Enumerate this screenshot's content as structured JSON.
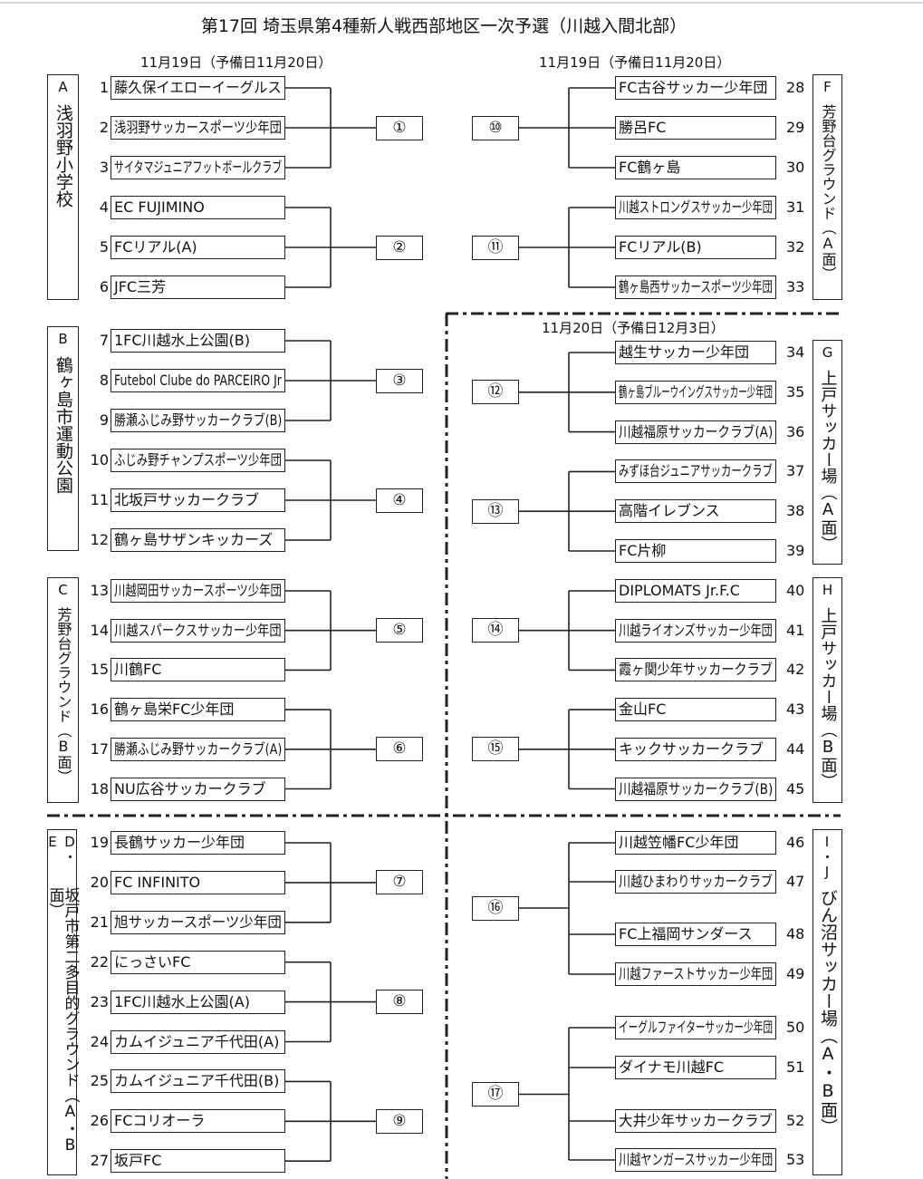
{
  "title": "第17回 埼玉県第4種新人戦西部地区一次予選（川越入間北部）",
  "dates": {
    "left_top": "11月19日（予備日11月20日）",
    "right_top": "11月19日（予備日11月20日）",
    "right_middle": "11月20日（予備日12月3日）"
  },
  "venues": [
    {
      "id": "A",
      "letter": "A",
      "name": "浅羽野小学校"
    },
    {
      "id": "B",
      "letter": "B",
      "name": "鶴ヶ島市運動公園"
    },
    {
      "id": "C",
      "letter": "C",
      "name": "芳野台グラウンド（B面）"
    },
    {
      "id": "DE",
      "letter": "D・E",
      "name": "坂戸市第二多目的グラウンド（A・B面）"
    },
    {
      "id": "F",
      "letter": "F",
      "name": "芳野台グラウンド（A面）"
    },
    {
      "id": "G",
      "letter": "G",
      "name": "上戸サッカー場（A面）"
    },
    {
      "id": "H",
      "letter": "H",
      "name": "上戸サッカー場（B面）"
    },
    {
      "id": "IJ",
      "letter": "I・J",
      "name": "びん沼サッカー場（A・B面）"
    }
  ],
  "teams": [
    {
      "num": "1",
      "name": "藤久保イエローイーグルス"
    },
    {
      "num": "2",
      "name": "浅羽野サッカースポーツ少年団"
    },
    {
      "num": "3",
      "name": "サイタマジュニアフットボールクラブ"
    },
    {
      "num": "4",
      "name": "EC FUJIMINO"
    },
    {
      "num": "5",
      "name": "FCリアル(A)"
    },
    {
      "num": "6",
      "name": "JFC三芳"
    },
    {
      "num": "7",
      "name": "1FC川越水上公園(B)"
    },
    {
      "num": "8",
      "name": "Futebol Clube do PARCEIRO Jr"
    },
    {
      "num": "9",
      "name": "勝瀬ふじみ野サッカークラブ(B)"
    },
    {
      "num": "10",
      "name": "ふじみ野チャンプスポーツ少年団"
    },
    {
      "num": "11",
      "name": "北坂戸サッカークラブ"
    },
    {
      "num": "12",
      "name": "鶴ヶ島サザンキッカーズ"
    },
    {
      "num": "13",
      "name": "川越岡田サッカースポーツ少年団"
    },
    {
      "num": "14",
      "name": "川越スパークスサッカー少年団"
    },
    {
      "num": "15",
      "name": "川鶴FC"
    },
    {
      "num": "16",
      "name": "鶴ヶ島栄FC少年団"
    },
    {
      "num": "17",
      "name": "勝瀬ふじみ野サッカークラブ(A)"
    },
    {
      "num": "18",
      "name": "NU広谷サッカークラブ"
    },
    {
      "num": "19",
      "name": "長鶴サッカー少年団"
    },
    {
      "num": "20",
      "name": "FC INFINITO"
    },
    {
      "num": "21",
      "name": "旭サッカースポーツ少年団"
    },
    {
      "num": "22",
      "name": "にっさいFC"
    },
    {
      "num": "23",
      "name": "1FC川越水上公園(A)"
    },
    {
      "num": "24",
      "name": "カムイジュニア千代田(A)"
    },
    {
      "num": "25",
      "name": "カムイジュニア千代田(B)"
    },
    {
      "num": "26",
      "name": "FCコリオーラ"
    },
    {
      "num": "27",
      "name": "坂戸FC"
    },
    {
      "num": "28",
      "name": "FC古谷サッカー少年団"
    },
    {
      "num": "29",
      "name": "勝呂FC"
    },
    {
      "num": "30",
      "name": "FC鶴ヶ島"
    },
    {
      "num": "31",
      "name": "川越ストロングスサッカー少年団"
    },
    {
      "num": "32",
      "name": "FCリアル(B)"
    },
    {
      "num": "33",
      "name": "鶴ヶ島西サッカースポーツ少年団"
    },
    {
      "num": "34",
      "name": "越生サッカー少年団"
    },
    {
      "num": "35",
      "name": "鶴ヶ島ブルーウイングスサッカー少年団"
    },
    {
      "num": "36",
      "name": "川越福原サッカークラブ(A)"
    },
    {
      "num": "37",
      "name": "みずほ台ジュニアサッカークラブ"
    },
    {
      "num": "38",
      "name": "高階イレブンス"
    },
    {
      "num": "39",
      "name": "FC片柳"
    },
    {
      "num": "40",
      "name": "DIPLOMATS Jr.F.C"
    },
    {
      "num": "41",
      "name": "川越ライオンズサッカー少年団"
    },
    {
      "num": "42",
      "name": "霞ヶ関少年サッカークラブ"
    },
    {
      "num": "43",
      "name": "金山FC"
    },
    {
      "num": "44",
      "name": "キックサッカークラブ"
    },
    {
      "num": "45",
      "name": "川越福原サッカークラブ(B)"
    },
    {
      "num": "46",
      "name": "川越笠幡FC少年団"
    },
    {
      "num": "47",
      "name": "川越ひまわりサッカークラブ"
    },
    {
      "num": "48",
      "name": "FC上福岡サンダース"
    },
    {
      "num": "49",
      "name": "川越ファーストサッカー少年団"
    },
    {
      "num": "50",
      "name": "イーグルファイターサッカー少年団"
    },
    {
      "num": "51",
      "name": "ダイナモ川越FC"
    },
    {
      "num": "52",
      "name": "大井少年サッカークラブ"
    },
    {
      "num": "53",
      "name": "川越ヤンガースサッカー少年団"
    }
  ],
  "matches": [
    {
      "label": "①",
      "teams": [
        1,
        2,
        3
      ]
    },
    {
      "label": "②",
      "teams": [
        4,
        5,
        6
      ]
    },
    {
      "label": "③",
      "teams": [
        7,
        8,
        9
      ]
    },
    {
      "label": "④",
      "teams": [
        10,
        11,
        12
      ]
    },
    {
      "label": "⑤",
      "teams": [
        13,
        14,
        15
      ]
    },
    {
      "label": "⑥",
      "teams": [
        16,
        17,
        18
      ]
    },
    {
      "label": "⑦",
      "teams": [
        19,
        20,
        21
      ]
    },
    {
      "label": "⑧",
      "teams": [
        22,
        23,
        24
      ]
    },
    {
      "label": "⑨",
      "teams": [
        25,
        26,
        27
      ]
    },
    {
      "label": "⑩",
      "teams": [
        28,
        29,
        30
      ]
    },
    {
      "label": "⑪",
      "teams": [
        31,
        32,
        33
      ]
    },
    {
      "label": "⑫",
      "teams": [
        34,
        35,
        36
      ]
    },
    {
      "label": "⑬",
      "teams": [
        37,
        38,
        39
      ]
    },
    {
      "label": "⑭",
      "teams": [
        40,
        41,
        42
      ]
    },
    {
      "label": "⑮",
      "teams": [
        43,
        44,
        45
      ]
    },
    {
      "label": "⑯",
      "teams": [
        46,
        47,
        48,
        49
      ]
    },
    {
      "label": "⑰",
      "teams": [
        50,
        51,
        52,
        53
      ]
    }
  ]
}
